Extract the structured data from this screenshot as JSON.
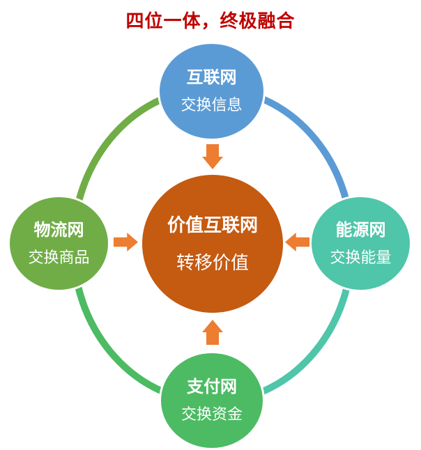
{
  "title": {
    "text": "四位一体，终极融合",
    "color": "#C00000"
  },
  "center": {
    "name": "价值互联网",
    "action": "转移价值",
    "color": "#C55A11"
  },
  "nodes": [
    {
      "id": "internet",
      "name": "互联网",
      "action": "交换信息",
      "color": "#5B9BD5",
      "position": "top"
    },
    {
      "id": "logistics",
      "name": "物流网",
      "action": "交换商品",
      "color": "#70AD47",
      "position": "left"
    },
    {
      "id": "energy",
      "name": "能源网",
      "action": "交换能量",
      "color": "#4FC5A9",
      "position": "right"
    },
    {
      "id": "payment",
      "name": "支付网",
      "action": "交换资金",
      "color": "#4CBB63",
      "position": "bottom"
    }
  ],
  "arrows": {
    "color": "#ED7D31",
    "directions": [
      "down",
      "right",
      "left",
      "up"
    ]
  },
  "ring": {
    "segments": [
      {
        "from": "logistics",
        "to": "internet",
        "color": "#70AD47"
      },
      {
        "from": "internet",
        "to": "energy",
        "color": "#5B9BD5"
      },
      {
        "from": "energy",
        "to": "payment",
        "color": "#4FC5A9"
      },
      {
        "from": "payment",
        "to": "logistics",
        "color": "#4CBB63"
      }
    ]
  }
}
